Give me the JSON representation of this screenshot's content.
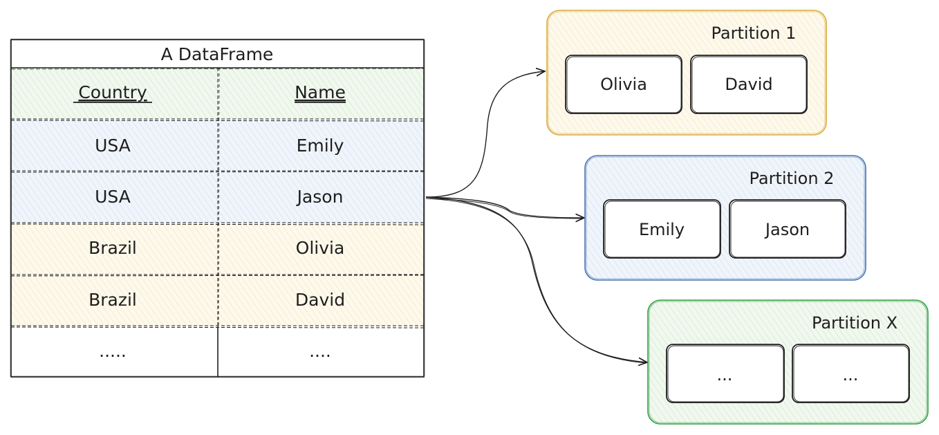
{
  "dataframe": {
    "title": "A DataFrame",
    "headers": [
      "Country",
      "Name"
    ],
    "rows": [
      {
        "country": "USA",
        "name": "Emily",
        "group": "blue"
      },
      {
        "country": "USA",
        "name": "Jason",
        "group": "blue"
      },
      {
        "country": "Brazil",
        "name": "Olivia",
        "group": "yellow"
      },
      {
        "country": "Brazil",
        "name": "David",
        "group": "yellow"
      },
      {
        "country": ".....",
        "name": "....",
        "group": "none"
      }
    ]
  },
  "partitions": [
    {
      "title": "Partition 1",
      "items": [
        "Olivia",
        "David"
      ],
      "color": "yellow"
    },
    {
      "title": "Partition 2",
      "items": [
        "Emily",
        "Jason"
      ],
      "color": "blue"
    },
    {
      "title": "Partition X",
      "items": [
        "...",
        "..."
      ],
      "color": "green"
    }
  ],
  "colors": {
    "green": "#2f9e44",
    "green_fill": "#e6f4e6",
    "blue": "#4a73b0",
    "blue_fill": "#e5eef8",
    "yellow": "#d7ab3c",
    "yellow_fill": "#fbf4dd",
    "stroke": "#1e1e1e"
  }
}
